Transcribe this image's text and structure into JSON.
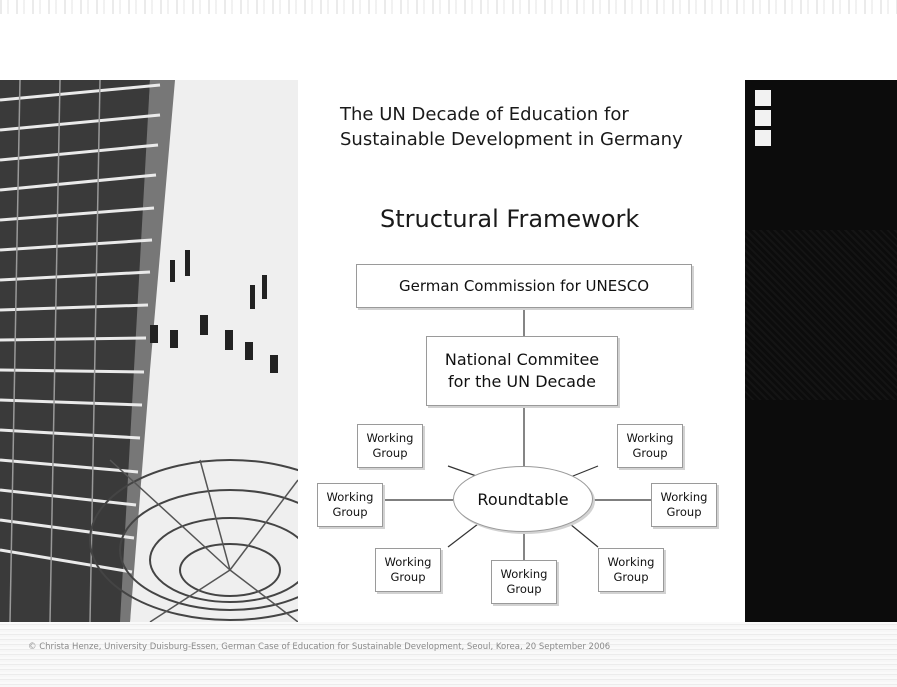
{
  "slide": {
    "title_line1": "The UN Decade of Education for",
    "title_line2": "Sustainable Development in Germany",
    "heading": "Structural Framework"
  },
  "diagram": {
    "top_node": "German Commission for UNESCO",
    "committee_node": "National Commitee\nfor the UN Decade",
    "center_node": "Roundtable",
    "working_groups": [
      "Working\nGroup",
      "Working\nGroup",
      "Working\nGroup",
      "Working\nGroup",
      "Working\nGroup",
      "Working\nGroup",
      "Working\nGroup"
    ]
  },
  "footer": {
    "text": "© Christa Henze, University Duisburg-Essen, German Case of Education for Sustainable Development, Seoul, Korea, 20 September 2006"
  },
  "colors": {
    "background": "#ffffff",
    "right_strip": "#0c0c0c",
    "box_border": "#9a9a9a",
    "text": "#1a1a1a"
  }
}
